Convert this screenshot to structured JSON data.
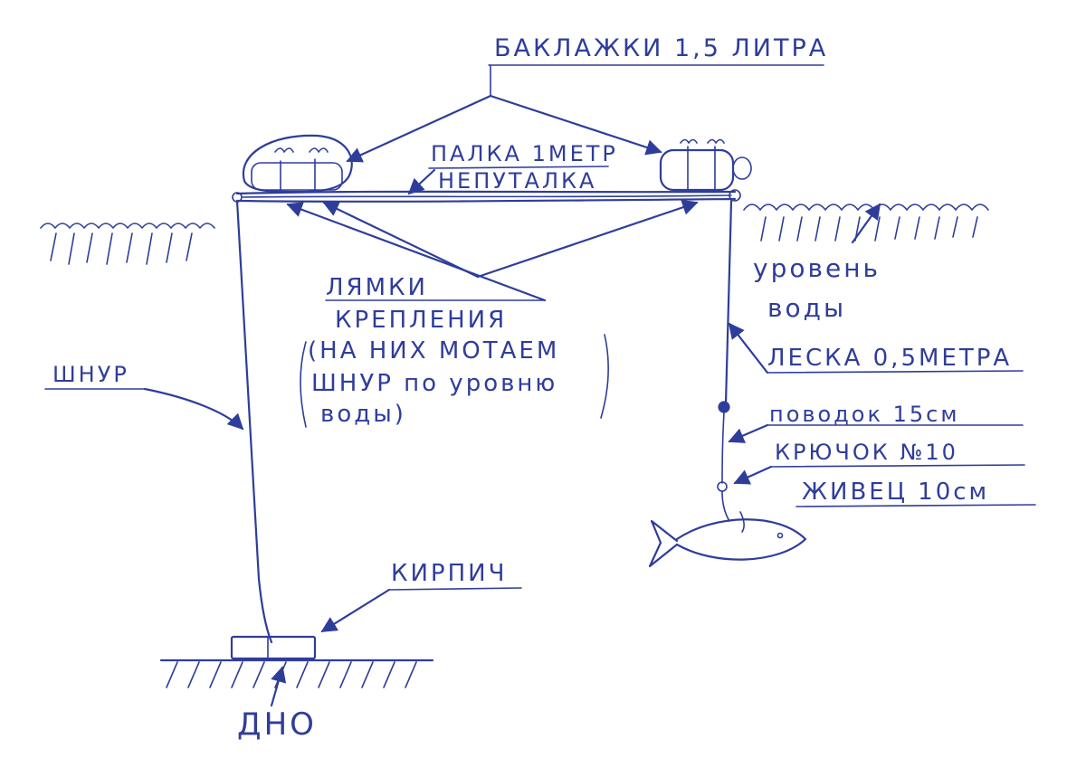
{
  "labels": {
    "bottles": "БАКЛАЖКИ 1,5 ЛИТРА",
    "stick_line1": "ПАЛКА 1МЕТР",
    "stick_line2": "НЕПУТАЛКА",
    "straps_line1": "ЛЯМКИ",
    "straps_line2": "КРЕПЛЕНИЯ",
    "straps_line3": "(НА НИХ МОТАЕМ",
    "straps_line4": "ШНУР по уровню",
    "straps_line5": "воды)",
    "water_line1": "уровень",
    "water_line2": "воды",
    "line": "ЛЕСКА 0,5МЕТРА",
    "leader": "поводок 15см",
    "hook": "КРЮЧОК №10",
    "bait": "ЖИВЕЦ 10см",
    "cord": "ШНУР",
    "brick": "КИРПИЧ",
    "bottom": "ДНО"
  },
  "colors": {
    "ink": "#2f3d9a",
    "paper": "#ffffff"
  }
}
